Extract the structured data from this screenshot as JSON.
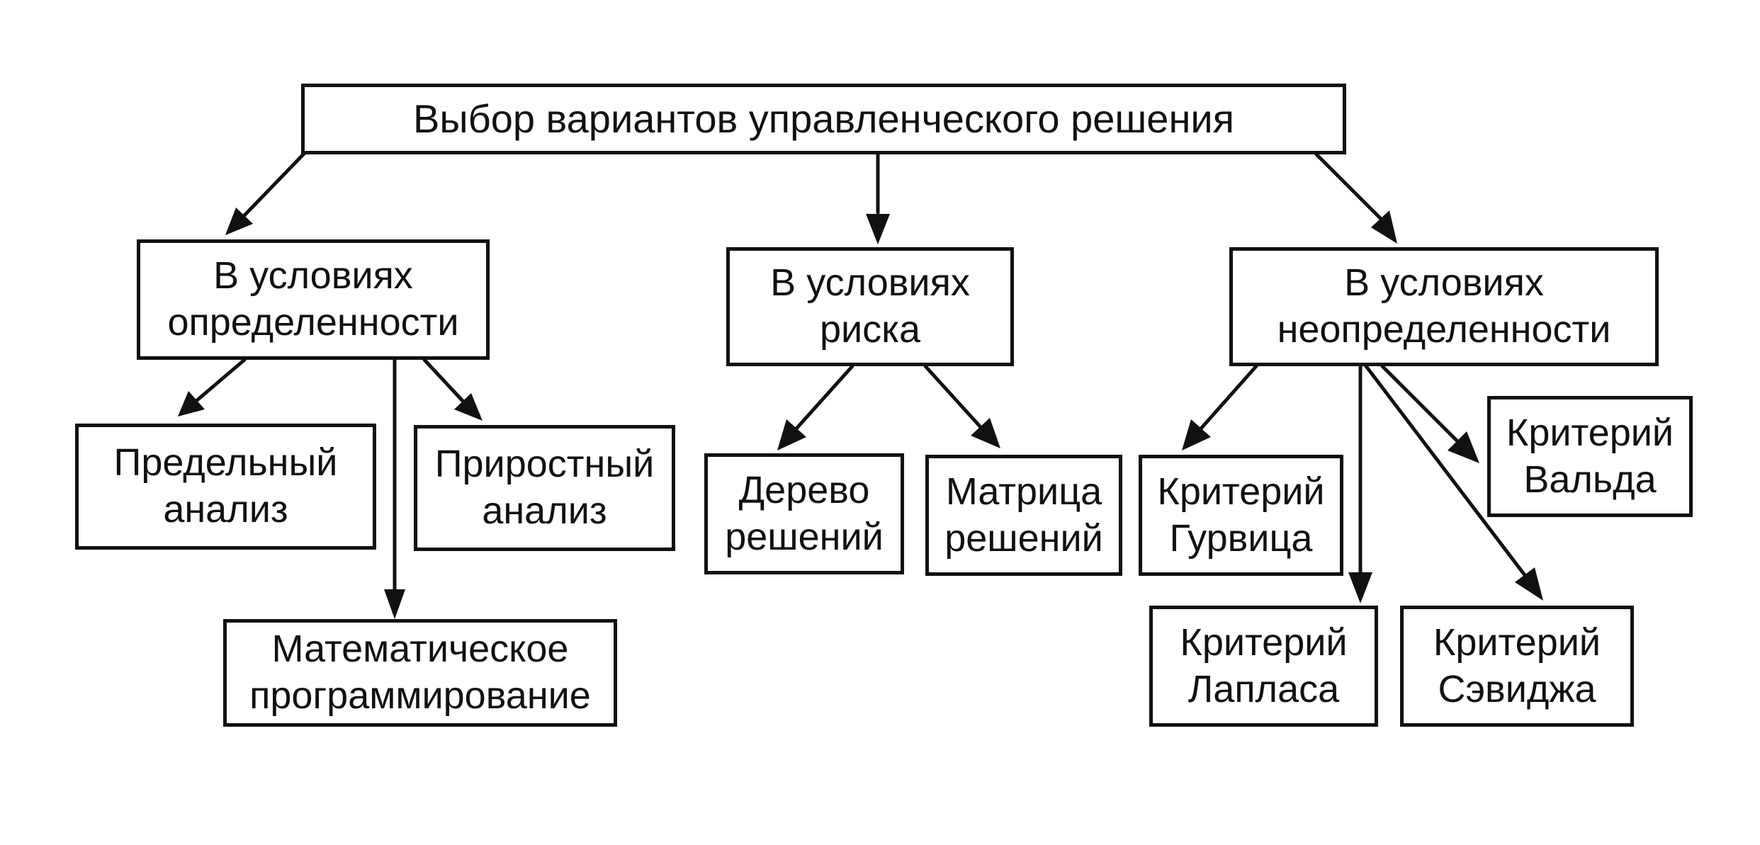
{
  "root": {
    "label": "Выбор вариантов управленческого решения"
  },
  "categories": [
    {
      "lines": [
        "В условиях",
        "определенности"
      ]
    },
    {
      "lines": [
        "В условиях",
        "риска"
      ]
    },
    {
      "lines": [
        "В условиях",
        "неопределенности"
      ]
    }
  ],
  "methods": {
    "certainty": [
      {
        "lines": [
          "Предельный",
          "анализ"
        ]
      },
      {
        "lines": [
          "Приростный",
          "анализ"
        ]
      },
      {
        "lines": [
          "Математическое",
          "программирование"
        ]
      }
    ],
    "risk": [
      {
        "lines": [
          "Дерево",
          "решений"
        ]
      },
      {
        "lines": [
          "Матрица",
          "решений"
        ]
      }
    ],
    "uncertainty": [
      {
        "lines": [
          "Критерий",
          "Гурвица"
        ]
      },
      {
        "lines": [
          "Критерий",
          "Вальда"
        ]
      },
      {
        "lines": [
          "Критерий",
          "Лапласа"
        ]
      },
      {
        "lines": [
          "Критерий",
          "Сэвиджа"
        ]
      }
    ]
  }
}
